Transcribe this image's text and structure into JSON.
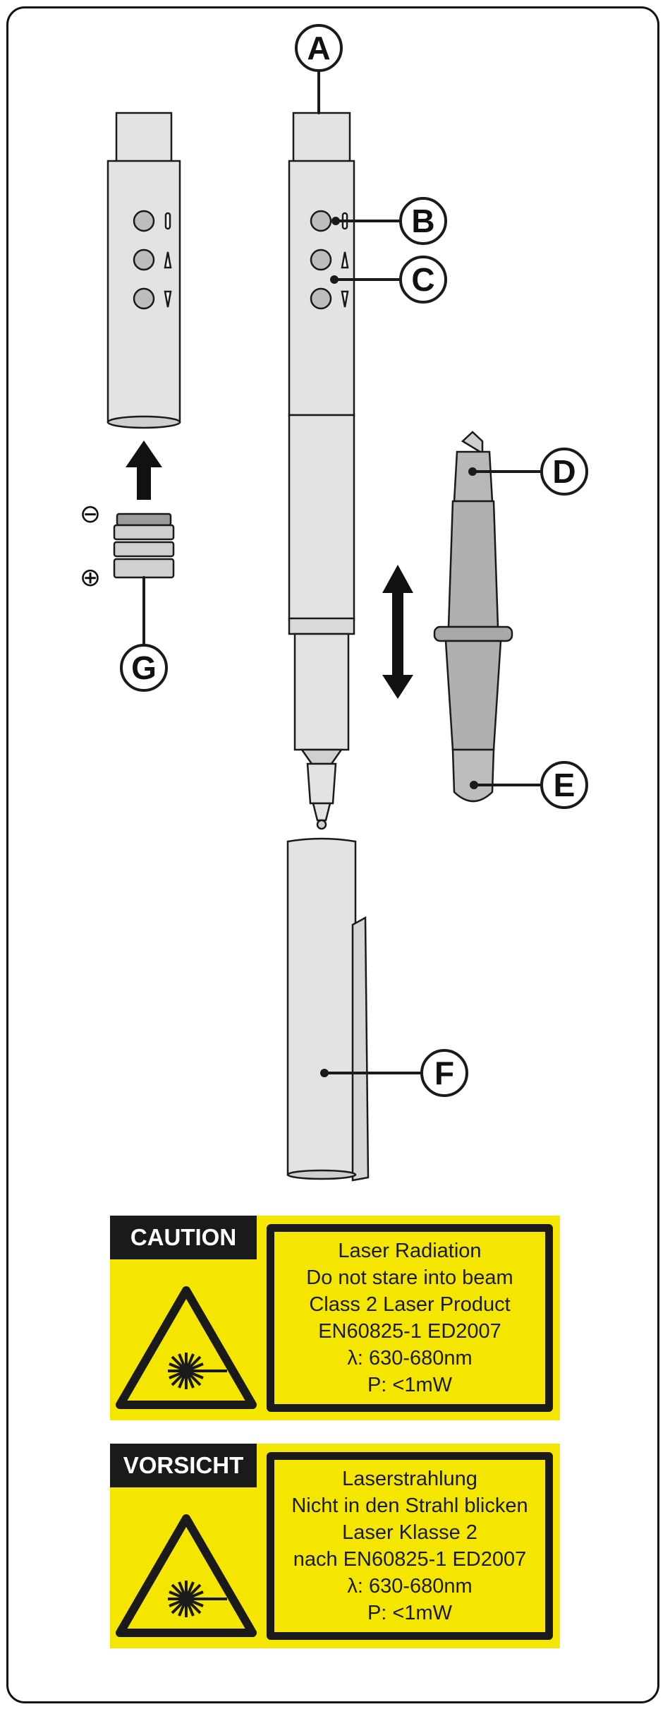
{
  "labels": {
    "a": "A",
    "b": "B",
    "c": "C",
    "d": "D",
    "e": "E",
    "f": "F",
    "g": "G"
  },
  "battery": {
    "minus": "⊖",
    "plus": "⊕"
  },
  "warnings": [
    {
      "title": "CAUTION",
      "lines": [
        "Laser Radiation",
        "Do not stare into beam",
        "Class 2 Laser Product",
        "EN60825-1 ED2007",
        "λ: 630-680nm",
        "P: <1mW"
      ]
    },
    {
      "title": "VORSICHT",
      "lines": [
        "Laserstrahlung",
        "Nicht in den Strahl blicken",
        "Laser Klasse 2",
        "nach EN60825-1 ED2007",
        "λ: 630-680nm",
        "P: <1mW"
      ]
    }
  ],
  "colors": {
    "pen_body": "#e3e3e3",
    "pen_shade": "#cfcfcf",
    "refill": "#b0b0b0",
    "outline": "#1a1a1a",
    "warning_yellow": "#f5e600",
    "warning_black": "#1a1a1a"
  }
}
